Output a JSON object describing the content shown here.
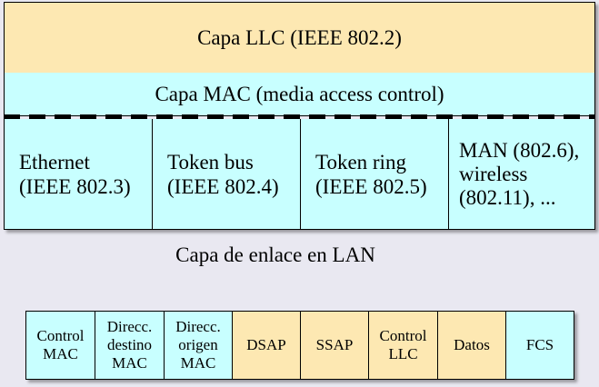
{
  "stack": {
    "llc_label": "Capa LLC (IEEE 802.2)",
    "mac_label": "Capa MAC (media access control)",
    "sublayers": [
      "Ethernet\n(IEEE 802.3)",
      "Token bus\n(IEEE 802.4)",
      "Token ring\n(IEEE 802.5)",
      "MAN (802.6),\nwireless\n(802.11), ..."
    ]
  },
  "caption": "Capa de enlace en LAN",
  "frame": {
    "fields": [
      {
        "label": "Control\nMAC",
        "color": "#c8ffff"
      },
      {
        "label": "Direcc.\ndestino\nMAC",
        "color": "#c8ffff"
      },
      {
        "label": "Direcc.\norigen\nMAC",
        "color": "#c8ffff"
      },
      {
        "label": "DSAP",
        "color": "#fde8b2"
      },
      {
        "label": "SSAP",
        "color": "#fde8b2"
      },
      {
        "label": "Control\nLLC",
        "color": "#fde8b2"
      },
      {
        "label": "Datos",
        "color": "#fde8b2"
      },
      {
        "label": "FCS",
        "color": "#c8ffff"
      }
    ]
  },
  "colors": {
    "llc": "#fde8b2",
    "mac": "#c8ffff",
    "background": "#e9e8f1"
  }
}
